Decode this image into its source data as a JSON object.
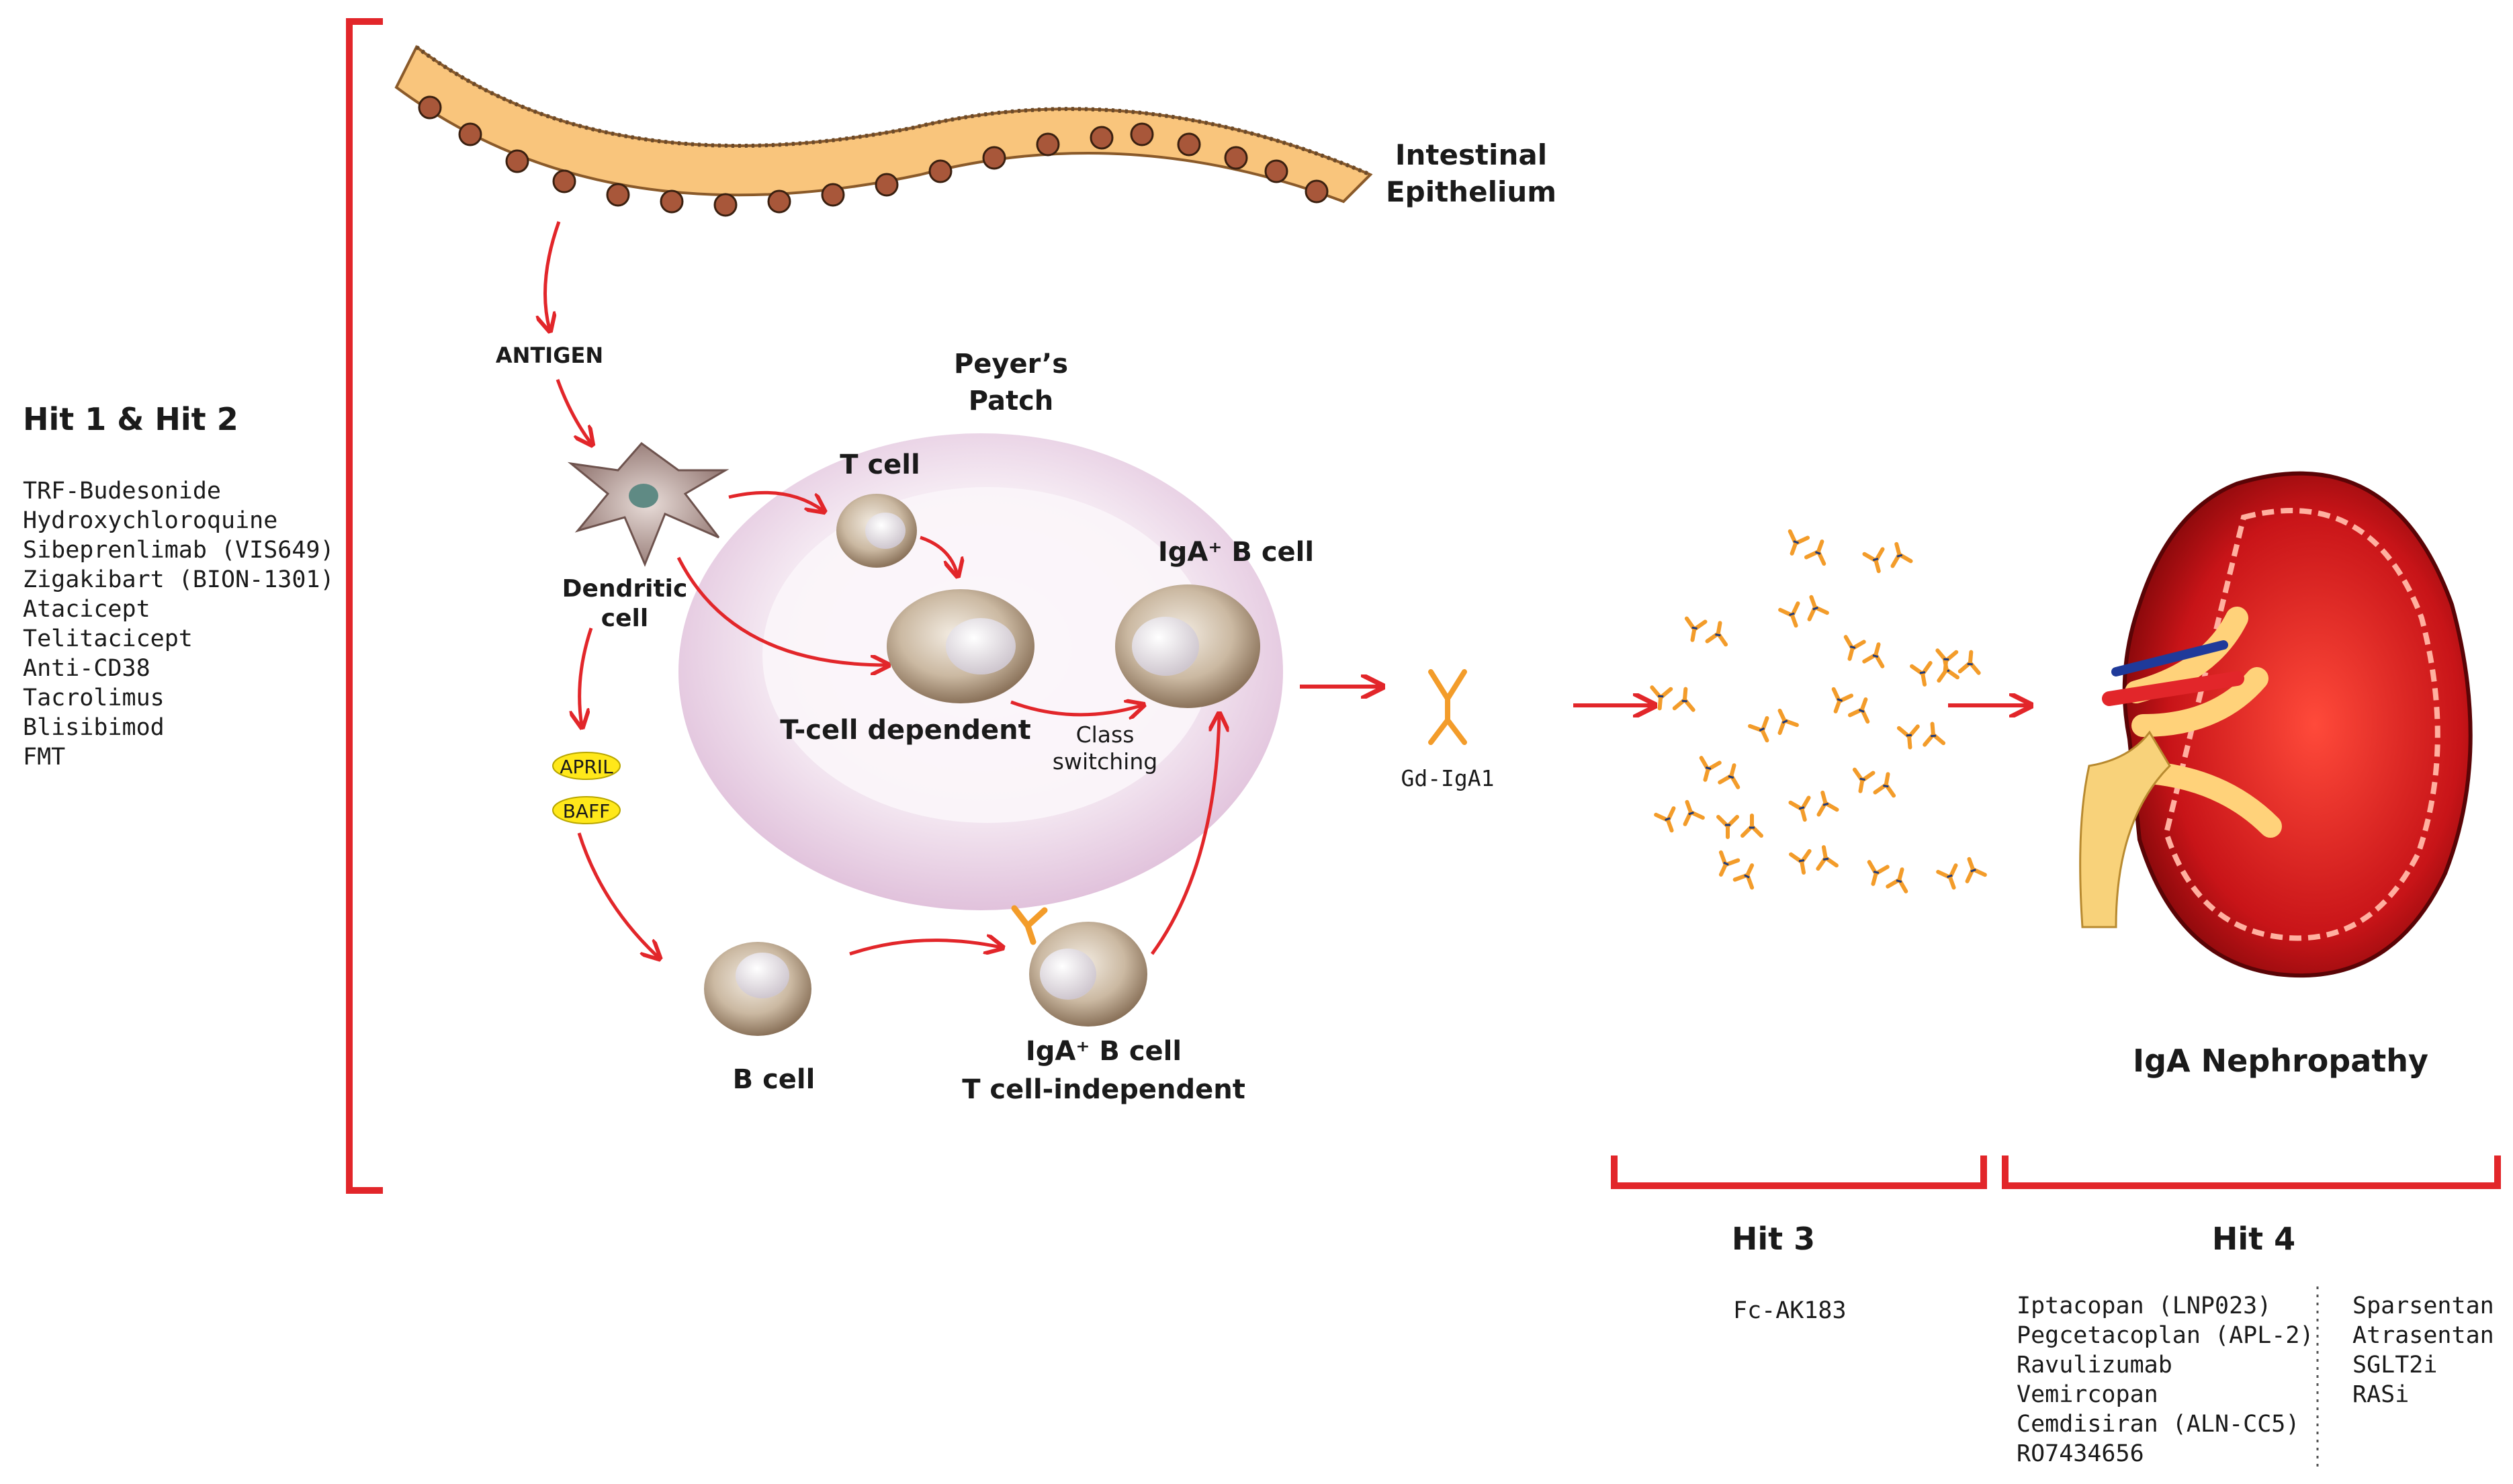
{
  "colors": {
    "red": "#e2262a",
    "epithelium": "#f9c57c",
    "nucleus": "#a8573a",
    "antibody": "#f39c2a",
    "patch": "#f0d9ea",
    "cell": "#c4b19a",
    "kidney": "#c81418",
    "badge": "#ffe81a"
  },
  "labels": {
    "epithelium_1": "Intestinal",
    "epithelium_2": "Epithelium",
    "antigen": "ANTIGEN",
    "peyers_1": "Peyer’s",
    "peyers_2": "Patch",
    "t_cell": "T cell",
    "dendritic_1": "Dendritic",
    "dendritic_2": "cell",
    "iga_b_cell": "IgA⁺ B cell",
    "t_cell_dependent": "T-cell dependent",
    "class_1": "Class",
    "class_2": "switching",
    "april": "APRIL",
    "baff": "BAFF",
    "b_cell": "B cell",
    "iga_b_cell_2": "IgA⁺ B cell",
    "t_cell_independent": "T cell-independent",
    "gd_iga1": "Gd-IgA1",
    "iga_nephropathy": "IgA Nephropathy"
  },
  "hit12": {
    "title": "Hit 1 & Hit 2",
    "drugs": [
      "TRF-Budesonide",
      "Hydroxychloroquine",
      "Sibeprenlimab (VIS649)",
      "Zigakibart (BION-1301)",
      "Atacicept",
      "Telitacicept",
      "Anti-CD38",
      "Tacrolimus",
      "Blisibimod",
      "FMT"
    ]
  },
  "hit3": {
    "title": "Hit 3",
    "drugs": [
      "Fc-AK183"
    ]
  },
  "hit4": {
    "title": "Hit 4",
    "drugs_left": [
      "Iptacopan (LNP023)",
      "Pegcetacoplan (APL-2)",
      "Ravulizumab",
      "Vemircopan",
      "Cemdisiran (ALN-CC5)",
      "RO7434656"
    ],
    "drugs_right": [
      "Sparsentan",
      "Atrasentan",
      "SGLT2i",
      "RASi"
    ]
  }
}
